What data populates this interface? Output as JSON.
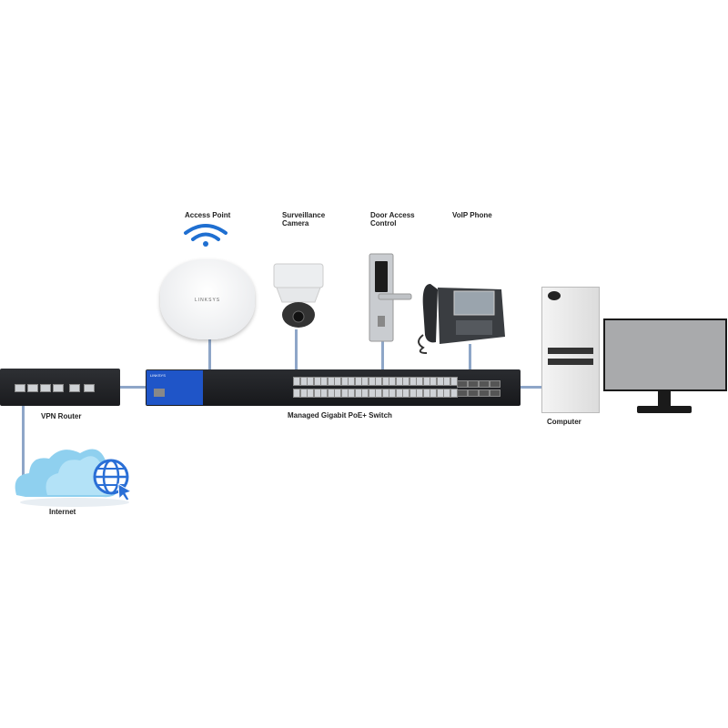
{
  "devices": {
    "access_point": {
      "label": "Access Point",
      "brand": "LINKSYS"
    },
    "camera": {
      "label_line1": "Surveillance",
      "label_line2": "Camera"
    },
    "door": {
      "label_line1": "Door Access",
      "label_line2": "Control"
    },
    "phone": {
      "label": "VoIP Phone"
    },
    "switch": {
      "label": "Managed Gigabit PoE+ Switch",
      "brand": "LINKSYS"
    },
    "router": {
      "label": "VPN Router"
    },
    "computer": {
      "label": "Computer"
    },
    "internet": {
      "label": "Internet"
    }
  },
  "colors": {
    "link": "#8ea6c8",
    "wifi": "#1f6fd1",
    "switch_panel": "#1f55c8",
    "cloud": "#8fd0ef"
  }
}
